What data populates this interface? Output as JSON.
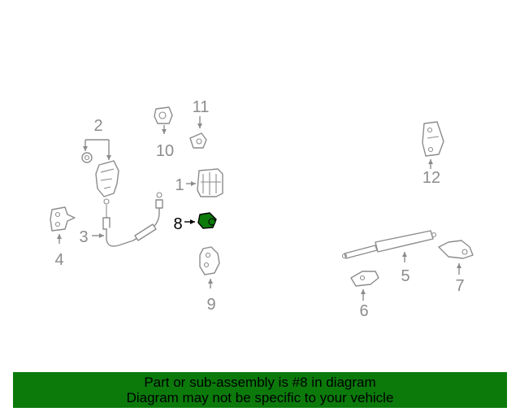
{
  "callouts": {
    "c1": "1",
    "c2": "2",
    "c3": "3",
    "c4": "4",
    "c5": "5",
    "c6": "6",
    "c7": "7",
    "c8": "8",
    "c9": "9",
    "c10": "10",
    "c11": "11",
    "c12": "12"
  },
  "highlight_callout": "8",
  "colors": {
    "highlight": "#0b7a0b",
    "line": "#8c8c8c",
    "banner": "#0b7a0b"
  },
  "banner": {
    "line1": "Part or sub-assembly is #8 in diagram",
    "line2": "Diagram may not be specific to your vehicle"
  }
}
